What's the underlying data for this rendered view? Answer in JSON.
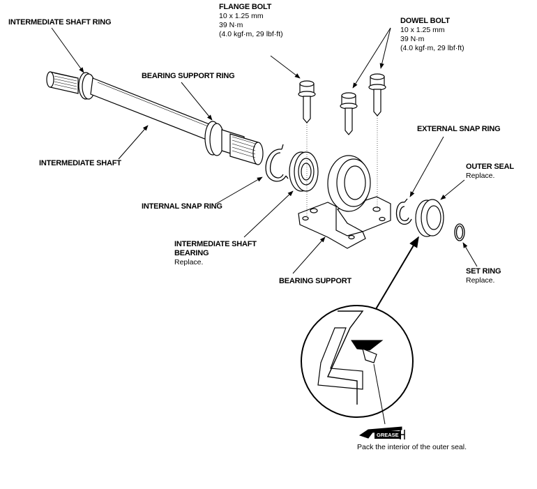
{
  "labels": {
    "intermediate_shaft_ring": "INTERMEDIATE SHAFT RING",
    "bearing_support_ring": "BEARING SUPPORT RING",
    "intermediate_shaft": "INTERMEDIATE SHAFT",
    "internal_snap_ring": "INTERNAL SNAP RING",
    "intermediate_shaft_bearing_line1": "INTERMEDIATE SHAFT",
    "intermediate_shaft_bearing_line2": "BEARING",
    "intermediate_shaft_bearing_note": "Replace.",
    "bearing_support": "BEARING SUPPORT",
    "flange_bolt": {
      "title": "FLANGE BOLT",
      "size": "10 x 1.25 mm",
      "torque": "39 N·m",
      "torque_alt": "(4.0 kgf·m, 29 lbf·ft)"
    },
    "dowel_bolt": {
      "title": "DOWEL BOLT",
      "size": "10 x 1.25 mm",
      "torque": "39 N·m",
      "torque_alt": "(4.0 kgf·m, 29 lbf·ft)"
    },
    "external_snap_ring": "EXTERNAL SNAP RING",
    "outer_seal": {
      "title": "OUTER SEAL",
      "note": "Replace."
    },
    "set_ring": {
      "title": "SET RING",
      "note": "Replace."
    }
  },
  "grease": {
    "icon_label": "GREASE",
    "note": "Pack the interior of the outer seal."
  },
  "icons": {
    "grease": "grease-gun-icon"
  }
}
